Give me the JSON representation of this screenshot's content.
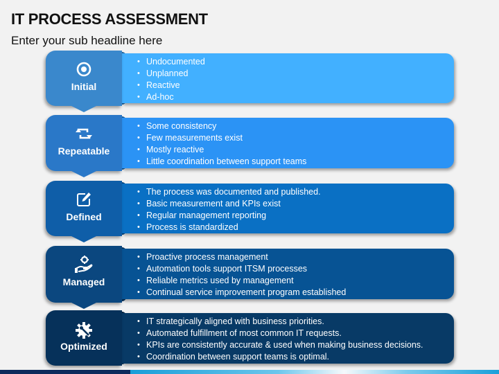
{
  "header": {
    "title": "IT PROCESS ASSESSMENT",
    "subtitle": "Enter your sub headline here"
  },
  "stages": [
    {
      "label": "Initial",
      "icon": "target-icon",
      "left_color": "#3a88cc",
      "right_color": "#42b0ff",
      "bullets": [
        "Undocumented",
        "Unplanned",
        "Reactive",
        "Ad-hoc"
      ]
    },
    {
      "label": "Repeatable",
      "icon": "repeat-icon",
      "left_color": "#2a78c8",
      "right_color": "#2b93f5",
      "bullets": [
        "Some consistency",
        "Few measurements exist",
        "Mostly reactive",
        "Little coordination between support teams"
      ]
    },
    {
      "label": "Defined",
      "icon": "edit-icon",
      "left_color": "#0f5ea8",
      "right_color": "#0a70c4",
      "bullets": [
        "The process was documented and published.",
        "Basic measurement and KPIs exist",
        "Regular management reporting",
        "Process is standardized"
      ]
    },
    {
      "label": "Managed",
      "icon": "hand-gear-icon",
      "left_color": "#0b477f",
      "right_color": "#075394",
      "bullets": [
        "Proactive process management",
        "Automation tools support ITSM processes",
        "Reliable metrics used by management",
        "Continual service improvement program established"
      ]
    },
    {
      "label": "Optimized",
      "icon": "gear-wrench-icon",
      "left_color": "#06315a",
      "right_color": "#083a66",
      "bullets": [
        "IT  strategically aligned with business priorities.",
        "Automated fulfillment of most common IT requests.",
        "KPIs are consistently accurate & used when making business decisions.",
        "Coordination between support teams is optimal."
      ]
    }
  ]
}
